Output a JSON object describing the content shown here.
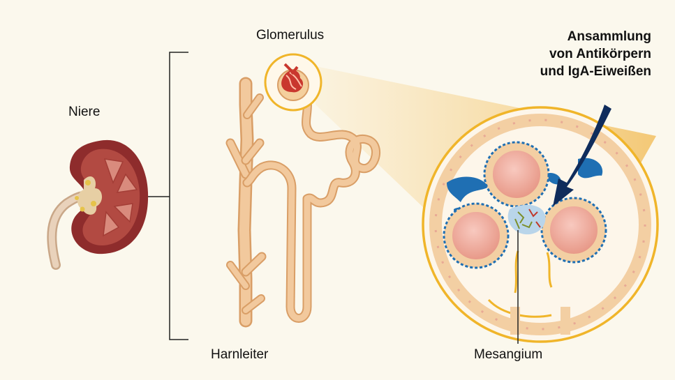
{
  "labels": {
    "niere": "Niere",
    "glomerulus": "Glomerulus",
    "harnleiter": "Harnleiter",
    "mesangium": "Mesangium"
  },
  "callout": {
    "lines": [
      "Ansammlung",
      "von Antikörpern",
      "und IgA-Eiweißen"
    ]
  },
  "colors": {
    "background": "#fbf8ed",
    "tubule": "#f0c394",
    "kidney_cortex": "#8e2c2c",
    "circle_border": "#f0b52a",
    "arrow": "#0f2c5c",
    "cells_blue": "#1f6fb3"
  }
}
